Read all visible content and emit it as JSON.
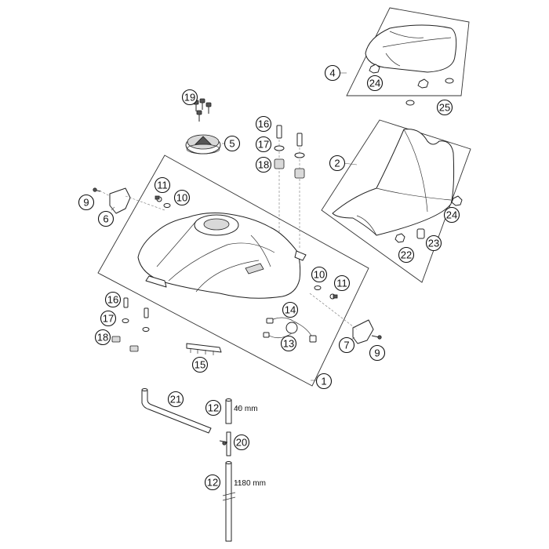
{
  "callouts": {
    "c1": "1",
    "c2": "2",
    "c4": "4",
    "c5": "5",
    "c6": "6",
    "c7": "7",
    "c9a": "9",
    "c9b": "9",
    "c10a": "10",
    "c10b": "10",
    "c11a": "11",
    "c11b": "11",
    "c12a": "12",
    "c12b": "12",
    "c13": "13",
    "c14": "14",
    "c15": "15",
    "c16a": "16",
    "c16b": "16",
    "c17a": "17",
    "c17b": "17",
    "c18a": "18",
    "c18b": "18",
    "c19": "19",
    "c20": "20",
    "c21": "21",
    "c22": "22",
    "c23": "23",
    "c24a": "24",
    "c24b": "24",
    "c25": "25"
  },
  "dimensions": {
    "hose_short": "40 mm",
    "hose_long": "1180 mm"
  }
}
